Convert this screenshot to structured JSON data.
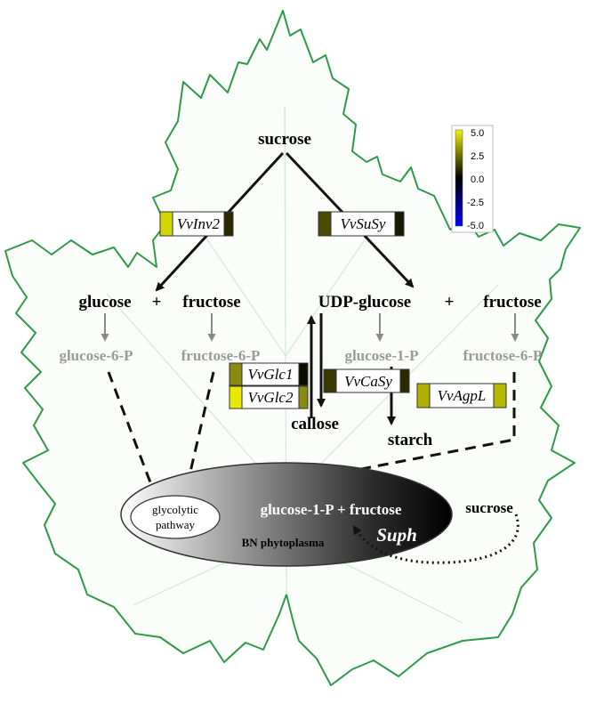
{
  "metabolites": {
    "sucrose_top": "sucrose",
    "glucose": "glucose",
    "plus1": "+",
    "fructose_left": "fructose",
    "udp_glucose": "UDP-glucose",
    "plus2": "+",
    "fructose_right": "fructose",
    "glucose6p": "glucose-6-P",
    "fructose6p_left": "fructose-6-P",
    "glucose1p": "glucose-1-P",
    "fructose6p_right": "fructose-6-P",
    "callose": "callose",
    "starch": "starch"
  },
  "genes": [
    {
      "label": "VvInv2",
      "color": "#d4d400"
    },
    {
      "label": "VvSuSy",
      "color": "#4a4a00"
    },
    {
      "label": "VvGlc1",
      "color": "#8a8a10"
    },
    {
      "label": "VvGlc2",
      "color": "#e8e800"
    },
    {
      "label": "VvCaSy",
      "color": "#3a3a00"
    },
    {
      "label": "VvAgpL",
      "color": "#b0b000"
    }
  ],
  "gene_right_colors": [
    "#2a2a00",
    "#1a1a00",
    "#0c0c00",
    "#8a8a10",
    "#2a2a00",
    "#b8b800"
  ],
  "phytoplasma": {
    "label": "BN phytoplasma",
    "products": "glucose-1-P + fructose",
    "enzyme": "Suph",
    "sucrose": "sucrose",
    "glycolytic_line1": "glycolytic",
    "glycolytic_line2": "pathway"
  },
  "scale": {
    "ticks": [
      "5.0",
      "2.5",
      "0.0",
      "-2.5",
      "-5.0"
    ],
    "colors": {
      "high": "#f2f200",
      "mid": "#000000",
      "low": "#0000ff"
    }
  }
}
